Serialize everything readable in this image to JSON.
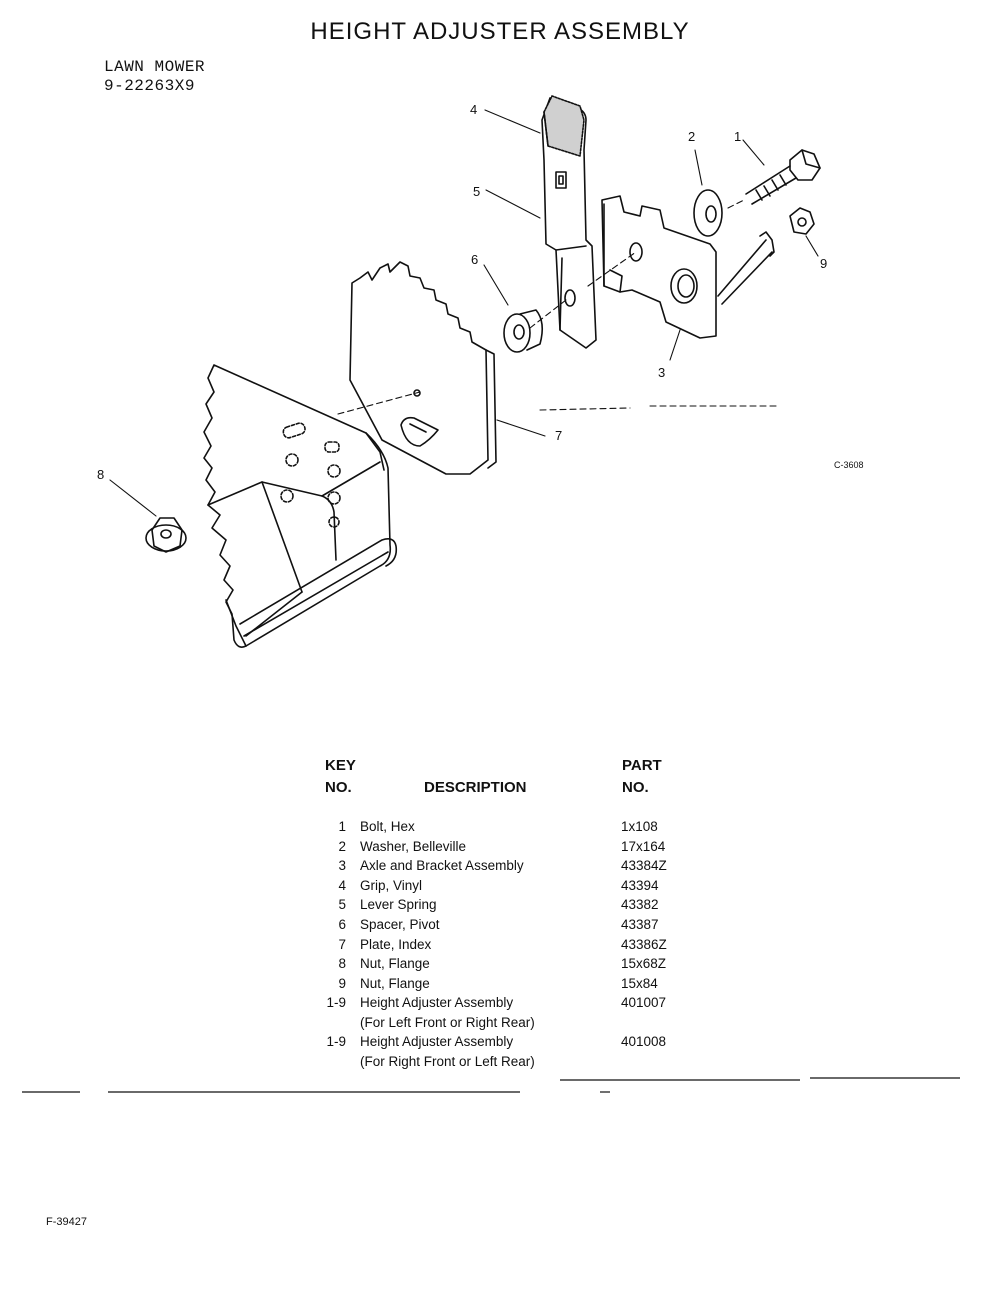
{
  "title": "HEIGHT ADJUSTER ASSEMBLY",
  "model": {
    "line1": "LAWN MOWER",
    "line2": "9-22263X9"
  },
  "diagram": {
    "ref_code": "C-3608",
    "callouts": [
      "1",
      "2",
      "3",
      "4",
      "5",
      "6",
      "7",
      "8",
      "9"
    ]
  },
  "table": {
    "headers": {
      "key_top": "KEY",
      "key_bottom": "NO.",
      "description": "DESCRIPTION",
      "part_top": "PART",
      "part_bottom": "NO."
    },
    "rows": [
      {
        "key": "1",
        "description": "Bolt, Hex",
        "part": "1x108"
      },
      {
        "key": "2",
        "description": "Washer, Belleville",
        "part": "17x164"
      },
      {
        "key": "3",
        "description": "Axle and Bracket Assembly",
        "part": "43384Z"
      },
      {
        "key": "4",
        "description": "Grip, Vinyl",
        "part": "43394"
      },
      {
        "key": "5",
        "description": "Lever Spring",
        "part": "43382"
      },
      {
        "key": "6",
        "description": "Spacer, Pivot",
        "part": "43387"
      },
      {
        "key": "7",
        "description": "Plate, Index",
        "part": "43386Z"
      },
      {
        "key": "8",
        "description": "Nut, Flange",
        "part": "15x68Z"
      },
      {
        "key": "9",
        "description": "Nut, Flange",
        "part": "15x84"
      },
      {
        "key": "1-9",
        "description": "Height Adjuster Assembly",
        "note": "(For Left Front or Right Rear)",
        "part": "401007"
      },
      {
        "key": "1-9",
        "description": "Height Adjuster Assembly",
        "note": "(For Right Front or Left Rear)",
        "part": "401008"
      }
    ]
  },
  "footer": {
    "form_code": "F-39427"
  }
}
